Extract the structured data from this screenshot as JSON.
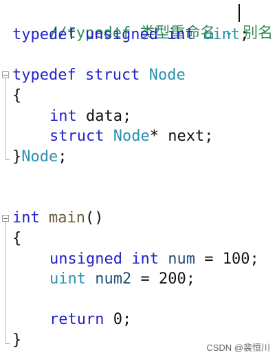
{
  "code": {
    "comment": "//typedef 类型重命名 - 别名",
    "l2_kw1": "typedef",
    "l2_kw2": "unsigned",
    "l2_kw3": "int",
    "l2_ty": "uint",
    "l2_punct": ";",
    "l4_kw1": "typedef",
    "l4_kw2": "struct",
    "l4_ty": "Node",
    "l5_brace": "{",
    "l6_kw": "int",
    "l6_rest": " data;",
    "l7_kw": "struct",
    "l7_ty": "Node",
    "l7_rest": "* next;",
    "l8_brace": "}",
    "l8_ty": "Node",
    "l8_punct": ";",
    "l11_kw": "int",
    "l11_fn": "main",
    "l11_punct": "()",
    "l12_brace": "{",
    "l13_kw1": "unsigned",
    "l13_kw2": "int",
    "l13_var": "num",
    "l13_rest": " = 100;",
    "l14_ty": "uint",
    "l14_var": "num2",
    "l14_rest": " = 200;",
    "l16_kw": "return",
    "l16_rest": " 0;",
    "l17_brace": "}"
  },
  "watermark": "CSDN @裴恒川",
  "colors": {
    "keyword": "#2222cc",
    "type": "#2b91af",
    "comment": "#2e8b57",
    "function": "#6b5b3a",
    "variable": "#1f4e79",
    "text": "#111111",
    "background": "#ffffff"
  }
}
